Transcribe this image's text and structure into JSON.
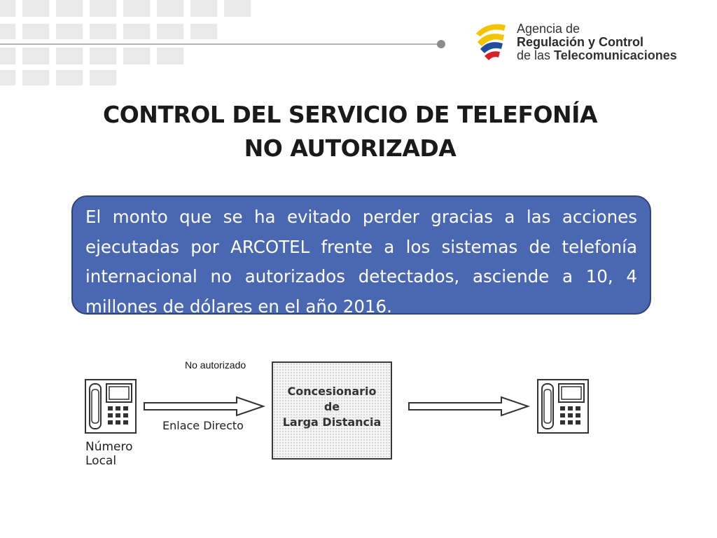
{
  "logo": {
    "line1": "Agencia de",
    "line2": "Regulación y Control",
    "line3_prefix": "de las ",
    "line3_bold": "Telecomunicaciones",
    "colors": {
      "yellow": "#f5c400",
      "blue": "#1f4f9c",
      "red": "#d6202a"
    }
  },
  "title": {
    "line1": "CONTROL DEL SERVICIO DE TELEFONÍA",
    "line2": "NO AUTORIZADA"
  },
  "textbox": {
    "text": "El monto que se ha evitado perder gracias a las acciones ejecutadas por ARCOTEL frente a los sistemas de telefonía internacional no autorizados detectados, asciende a 10, 4 millones de dólares en el año 2016.",
    "background": "#4a68b2"
  },
  "diagram": {
    "left_phone_label_line1": "Número",
    "left_phone_label_line2": "Local",
    "link_label": "Enlace Directo",
    "unauthorized_label": "No autorizado",
    "provider_line1": "Concesionario",
    "provider_line2": "de",
    "provider_line3": "Larga Distancia",
    "icons": [
      "telephone-icon",
      "right-arrow-icon"
    ]
  }
}
